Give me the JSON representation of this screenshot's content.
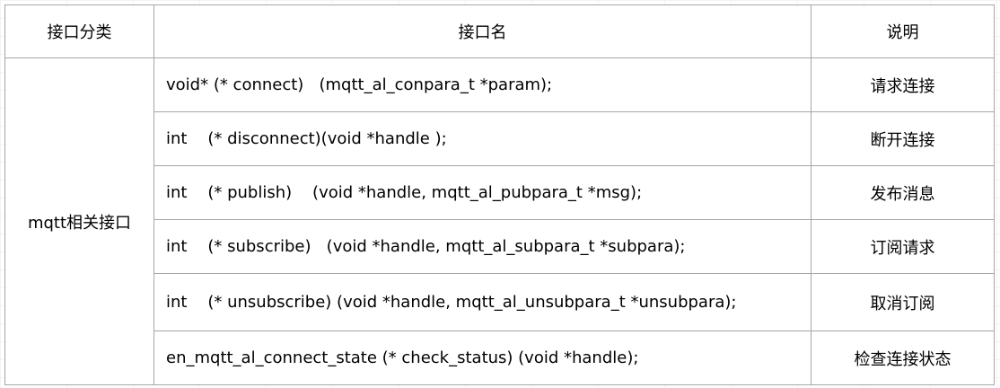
{
  "table": {
    "headers": {
      "category": "接口分类",
      "name": "接口名",
      "description": "说明"
    },
    "category": "mqtt相关接口",
    "rows": [
      {
        "signature": "void* (* connect)   (mqtt_al_conpara_t *param);",
        "description": "请求连接"
      },
      {
        "signature": "int    (* disconnect)(void *handle );",
        "description": "断开连接"
      },
      {
        "signature": "int    (* publish)    (void *handle, mqtt_al_pubpara_t *msg);",
        "description": "发布消息"
      },
      {
        "signature": "int    (* subscribe)   (void *handle, mqtt_al_subpara_t *subpara);",
        "description": "订阅请求"
      },
      {
        "signature": "int    (* unsubscribe) (void *handle, mqtt_al_unsubpara_t *unsubpara);",
        "description": "取消订阅"
      },
      {
        "signature": "en_mqtt_al_connect_state (* check_status) (void *handle);",
        "description": "检查连接状态"
      }
    ]
  }
}
